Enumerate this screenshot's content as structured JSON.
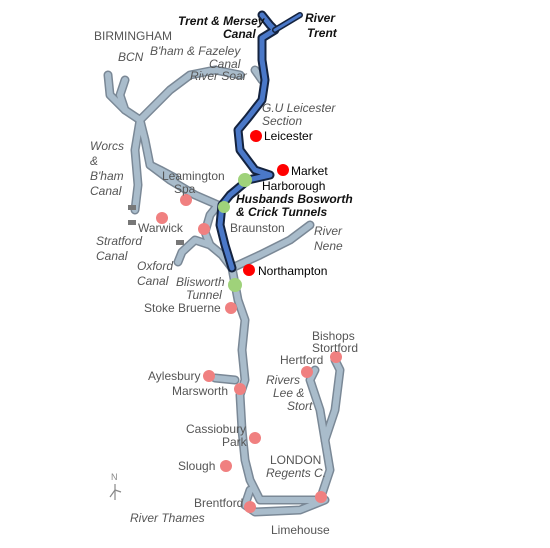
{
  "map": {
    "colors": {
      "canal_grey": "#a9bccb",
      "canal_outline": "#7a8896",
      "route_blue": "#4a78c8",
      "route_outline": "#14233f",
      "place_dot": "#f08080",
      "highlight_dot": "#ff0000",
      "tunnel_green": "#9fd27a"
    },
    "labels": {
      "trent_mersey_1": "Trent & Mersey",
      "trent_mersey_2": "Canal",
      "river_trent_1": "River",
      "river_trent_2": "Trent",
      "birmingham": "BIRMINGHAM",
      "bcn": "BCN",
      "bham_fazeley_1": "B'ham & Fazeley",
      "bham_fazeley_2": "Canal",
      "river_soar": "River Soar",
      "gu_leicester_1": "G.U Leicester",
      "gu_leicester_2": "Section",
      "leicester": "Leicester",
      "worcs_1": "Worcs",
      "worcs_2": "&",
      "worcs_3": "B'ham",
      "worcs_4": "Canal",
      "leamington_1": "Leamington",
      "leamington_2": "Spa",
      "market_harborough_1": "Market",
      "market_harborough_2": "Harborough",
      "tunnels_1": "Husbands Bosworth",
      "tunnels_2": "& Crick Tunnels",
      "warwick": "Warwick",
      "braunston": "Braunston",
      "stratford_1": "Stratford",
      "stratford_2": "Canal",
      "river_nene_1": "River",
      "river_nene_2": "Nene",
      "oxford_1": "Oxford",
      "oxford_2": "Canal",
      "blisworth_1": "Blisworth",
      "blisworth_2": "Tunnel",
      "northampton": "Northampton",
      "stoke_bruerne": "Stoke Bruerne",
      "bishops_1": "Bishops",
      "bishops_2": "Stortford",
      "hertford": "Hertford",
      "aylesbury": "Aylesbury",
      "marsworth": "Marsworth",
      "rivers_lee_1": "Rivers",
      "rivers_lee_2": "Lee &",
      "rivers_lee_3": "Stort",
      "cassiobury_1": "Cassiobury",
      "cassiobury_2": "Park",
      "london_1": "LONDON",
      "london_2": "Regents C.",
      "slough": "Slough",
      "brentford": "Brentford",
      "river_thames": "River Thames",
      "limehouse": "Limehouse",
      "north_arrow": "N"
    }
  }
}
